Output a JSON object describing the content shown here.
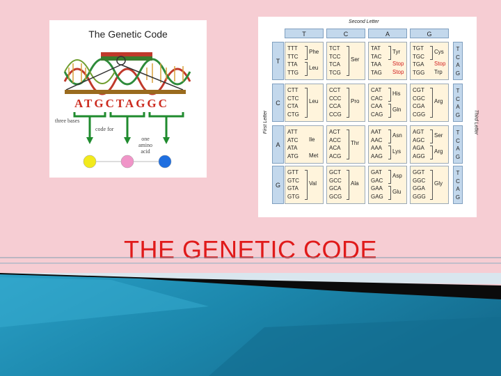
{
  "slide": {
    "title": "THE GENETIC CODE"
  },
  "left_figure": {
    "title": "The Genetic Code",
    "sequence": "ATGCTAGGC",
    "labels": {
      "three_bases": "three bases",
      "code_for": "code for",
      "one": "one",
      "amino": "amino",
      "acid": "acid"
    },
    "amino_acid_colors": [
      "#f2ea1c",
      "#f095c8",
      "#1f6fe0"
    ]
  },
  "codon_table": {
    "second_letter_label": "Second Letter",
    "first_letter_label": "First Letter",
    "third_letter_label": "Third Letter",
    "column_headers": [
      "T",
      "C",
      "A",
      "G"
    ],
    "row_headers": [
      "T",
      "C",
      "A",
      "G"
    ],
    "third_letters": [
      "T",
      "C",
      "A",
      "G"
    ],
    "rows": [
      [
        {
          "codons": [
            "TTT",
            "TTC",
            "TTA",
            "TTG"
          ],
          "aa": [
            {
              "name": "Phe",
              "slot": 0.5
            },
            {
              "name": "Leu",
              "slot": 2.5
            }
          ]
        },
        {
          "codons": [
            "TCT",
            "TCC",
            "TCA",
            "TCG"
          ],
          "aa": [
            {
              "name": "Ser",
              "slot": 1.5
            }
          ]
        },
        {
          "codons": [
            "TAT",
            "TAC",
            "TAA",
            "TAG"
          ],
          "aa": [
            {
              "name": "Tyr",
              "slot": 0.5
            },
            {
              "name": "Stop",
              "slot": 2,
              "stop": true
            },
            {
              "name": "Stop",
              "slot": 3,
              "stop": true
            }
          ]
        },
        {
          "codons": [
            "TGT",
            "TGC",
            "TGA",
            "TGG"
          ],
          "aa": [
            {
              "name": "Cys",
              "slot": 0.5
            },
            {
              "name": "Stop",
              "slot": 2,
              "stop": true
            },
            {
              "name": "Trp",
              "slot": 3
            }
          ]
        }
      ],
      [
        {
          "codons": [
            "CTT",
            "CTC",
            "CTA",
            "CTG"
          ],
          "aa": [
            {
              "name": "Leu",
              "slot": 1.5
            }
          ]
        },
        {
          "codons": [
            "CCT",
            "CCC",
            "CCA",
            "CCG"
          ],
          "aa": [
            {
              "name": "Pro",
              "slot": 1.5
            }
          ]
        },
        {
          "codons": [
            "CAT",
            "CAC",
            "CAA",
            "CAG"
          ],
          "aa": [
            {
              "name": "His",
              "slot": 0.5
            },
            {
              "name": "Gln",
              "slot": 2.5
            }
          ]
        },
        {
          "codons": [
            "CGT",
            "CGC",
            "CGA",
            "CGG"
          ],
          "aa": [
            {
              "name": "Arg",
              "slot": 1.5
            }
          ]
        }
      ],
      [
        {
          "codons": [
            "ATT",
            "ATC",
            "ATA",
            "ATG"
          ],
          "aa": [
            {
              "name": "Ile",
              "slot": 1
            },
            {
              "name": "Met",
              "slot": 3
            }
          ]
        },
        {
          "codons": [
            "ACT",
            "ACC",
            "ACA",
            "ACG"
          ],
          "aa": [
            {
              "name": "Thr",
              "slot": 1.5
            }
          ]
        },
        {
          "codons": [
            "AAT",
            "AAC",
            "AAA",
            "AAG"
          ],
          "aa": [
            {
              "name": "Asn",
              "slot": 0.5
            },
            {
              "name": "Lys",
              "slot": 2.5
            }
          ]
        },
        {
          "codons": [
            "AGT",
            "AGC",
            "AGA",
            "AGG"
          ],
          "aa": [
            {
              "name": "Ser",
              "slot": 0.5
            },
            {
              "name": "Arg",
              "slot": 2.5
            }
          ]
        }
      ],
      [
        {
          "codons": [
            "GTT",
            "GTC",
            "GTA",
            "GTG"
          ],
          "aa": [
            {
              "name": "Val",
              "slot": 1.5
            }
          ]
        },
        {
          "codons": [
            "GCT",
            "GCC",
            "GCA",
            "GCG"
          ],
          "aa": [
            {
              "name": "Ala",
              "slot": 1.5
            }
          ]
        },
        {
          "codons": [
            "GAT",
            "GAC",
            "GAA",
            "GAG"
          ],
          "aa": [
            {
              "name": "Asp",
              "slot": 0.5
            },
            {
              "name": "Glu",
              "slot": 2.5
            }
          ]
        },
        {
          "codons": [
            "GGT",
            "GGC",
            "GGA",
            "GGG"
          ],
          "aa": [
            {
              "name": "Gly",
              "slot": 1.5
            }
          ]
        }
      ]
    ]
  },
  "theme": {
    "background": "#f6cdd3",
    "title_color": "#e01a1a",
    "band_dark": "#0b0b0b",
    "band_teal": "#1f8fb5"
  }
}
